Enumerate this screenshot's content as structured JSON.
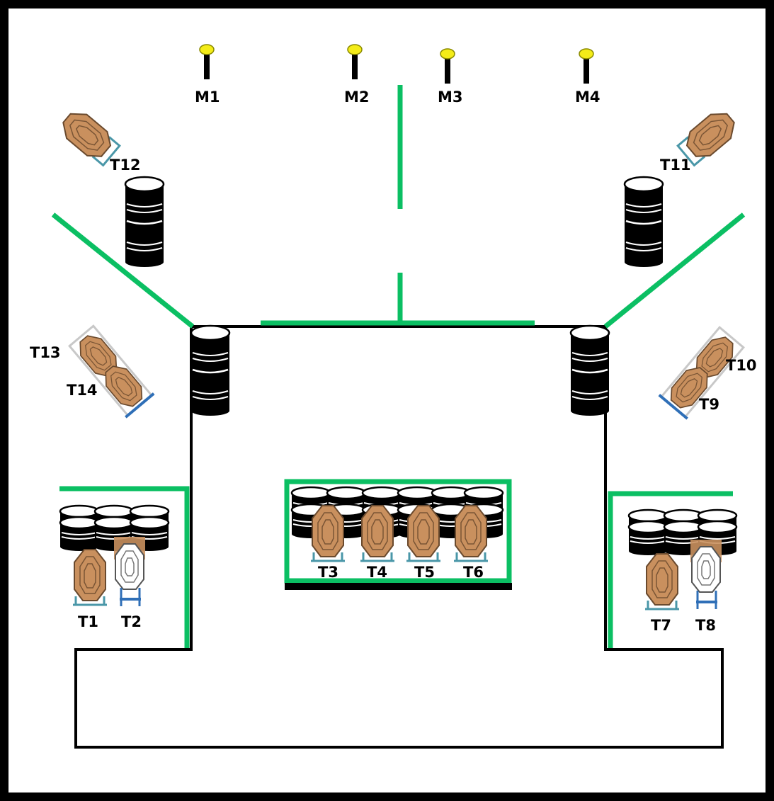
{
  "colors": {
    "wall": "#000000",
    "fault_line": "#0bbf63",
    "target_fill": "#c9905e",
    "target_stroke": "#6a4a2e",
    "no_shoot_fill": "#ffffff",
    "barrel": "#000000",
    "stand_left": "#2f6fb7",
    "stand_teal": "#4a97a8",
    "popper_head": "#f4ec18"
  },
  "metal_targets": [
    {
      "id": "m1",
      "label": "M1"
    },
    {
      "id": "m2",
      "label": "M2"
    },
    {
      "id": "m3",
      "label": "M3"
    },
    {
      "id": "m4",
      "label": "M4"
    }
  ],
  "paper_targets": [
    {
      "id": "t1",
      "label": "T1"
    },
    {
      "id": "t2",
      "label": "T2"
    },
    {
      "id": "t3",
      "label": "T3"
    },
    {
      "id": "t4",
      "label": "T4"
    },
    {
      "id": "t5",
      "label": "T5"
    },
    {
      "id": "t6",
      "label": "T6"
    },
    {
      "id": "t7",
      "label": "T7"
    },
    {
      "id": "t8",
      "label": "T8"
    },
    {
      "id": "t9",
      "label": "T9"
    },
    {
      "id": "t10",
      "label": "T10"
    },
    {
      "id": "t11",
      "label": "T11"
    },
    {
      "id": "t12",
      "label": "T12"
    },
    {
      "id": "t13",
      "label": "T13"
    },
    {
      "id": "t14",
      "label": "T14"
    }
  ],
  "icons": [
    "steel-popper-icon",
    "paper-target-icon",
    "no-shoot-target-icon",
    "barrel-stack-icon",
    "fault-line-icon"
  ]
}
